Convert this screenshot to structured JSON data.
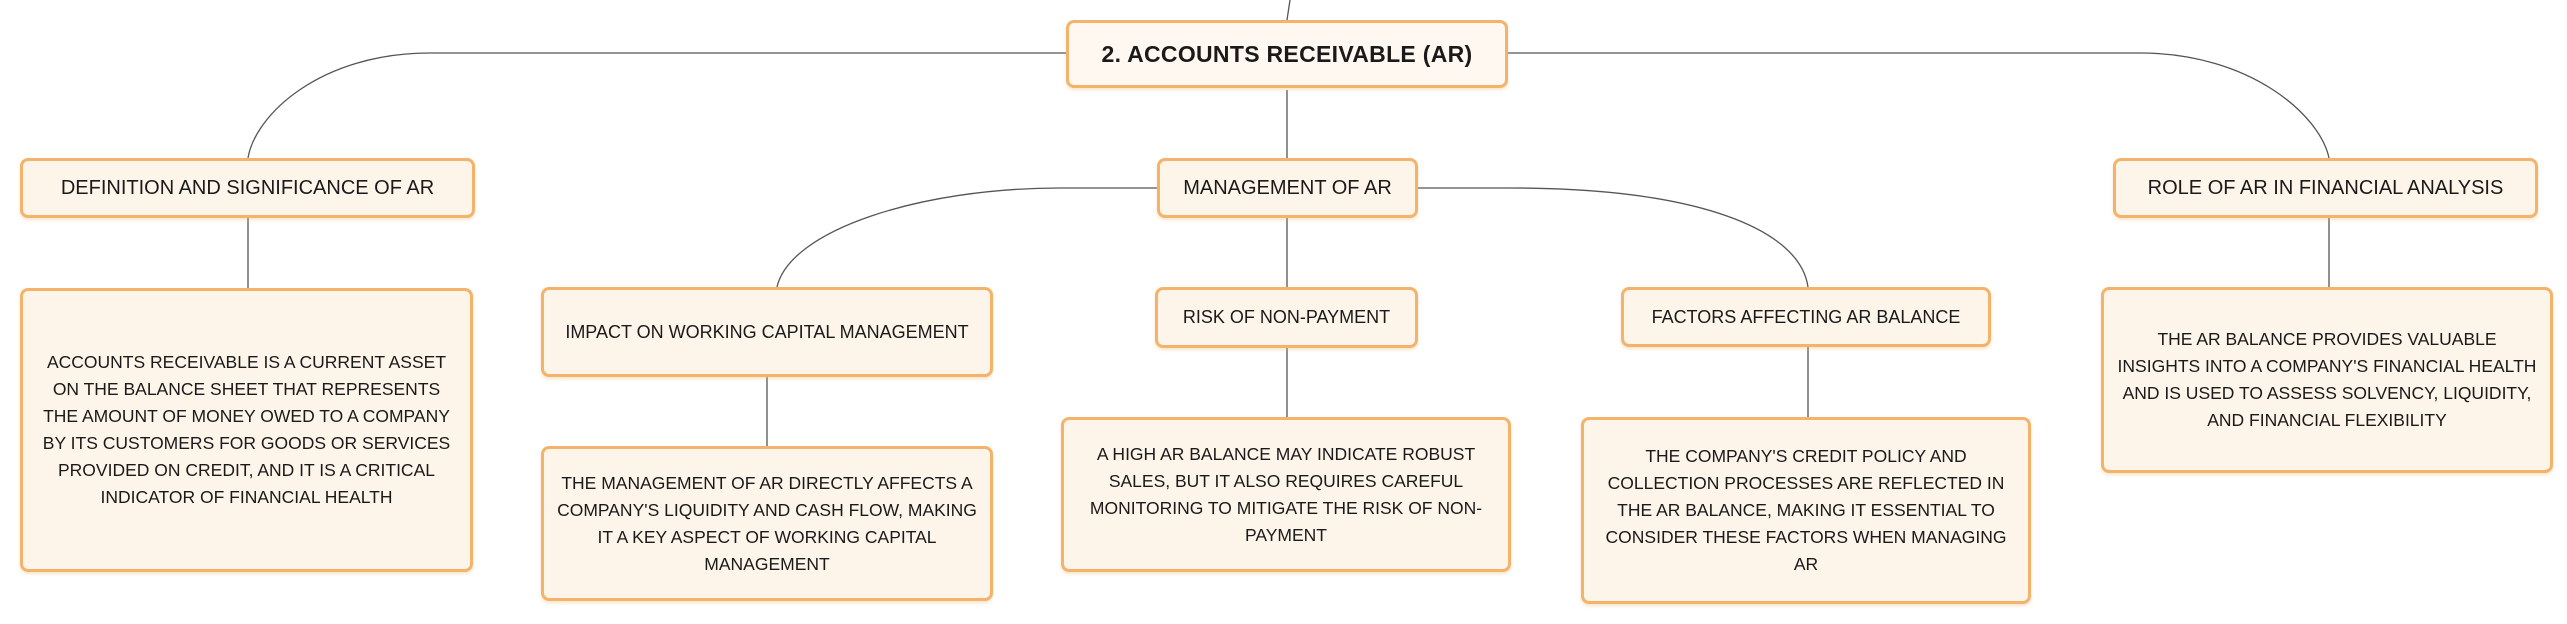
{
  "colors": {
    "border": "#f3b36a",
    "fill": "#fdf4ea",
    "line": "#555555"
  },
  "root": {
    "label": "2. ACCOUNTS RECEIVABLE (AR)"
  },
  "branches": {
    "definition": {
      "label": "DEFINITION AND SIGNIFICANCE OF AR",
      "detail": "ACCOUNTS RECEIVABLE IS A CURRENT ASSET ON THE BALANCE SHEET THAT REPRESENTS THE AMOUNT OF MONEY OWED TO A COMPANY BY ITS CUSTOMERS FOR GOODS OR SERVICES PROVIDED ON CREDIT, AND IT IS A CRITICAL INDICATOR OF FINANCIAL HEALTH"
    },
    "management": {
      "label": "MANAGEMENT OF AR",
      "children": {
        "working_capital": {
          "label": "IMPACT ON WORKING CAPITAL MANAGEMENT",
          "detail": "THE MANAGEMENT OF AR DIRECTLY AFFECTS A COMPANY'S LIQUIDITY AND CASH FLOW, MAKING IT A KEY ASPECT OF WORKING CAPITAL MANAGEMENT"
        },
        "non_payment": {
          "label": "RISK OF NON-PAYMENT",
          "detail": "A HIGH AR BALANCE MAY INDICATE ROBUST SALES, BUT IT ALSO REQUIRES CAREFUL MONITORING TO MITIGATE THE RISK OF NON-PAYMENT"
        },
        "factors": {
          "label": "FACTORS AFFECTING AR BALANCE",
          "detail": "THE COMPANY'S CREDIT POLICY AND COLLECTION PROCESSES ARE REFLECTED IN THE AR BALANCE, MAKING IT ESSENTIAL TO CONSIDER THESE FACTORS WHEN MANAGING AR"
        }
      }
    },
    "analysis": {
      "label": "ROLE OF AR IN FINANCIAL ANALYSIS",
      "detail": "THE AR BALANCE PROVIDES VALUABLE INSIGHTS INTO A COMPANY'S FINANCIAL HEALTH AND IS USED TO ASSESS SOLVENCY, LIQUIDITY, AND FINANCIAL FLEXIBILITY"
    }
  }
}
